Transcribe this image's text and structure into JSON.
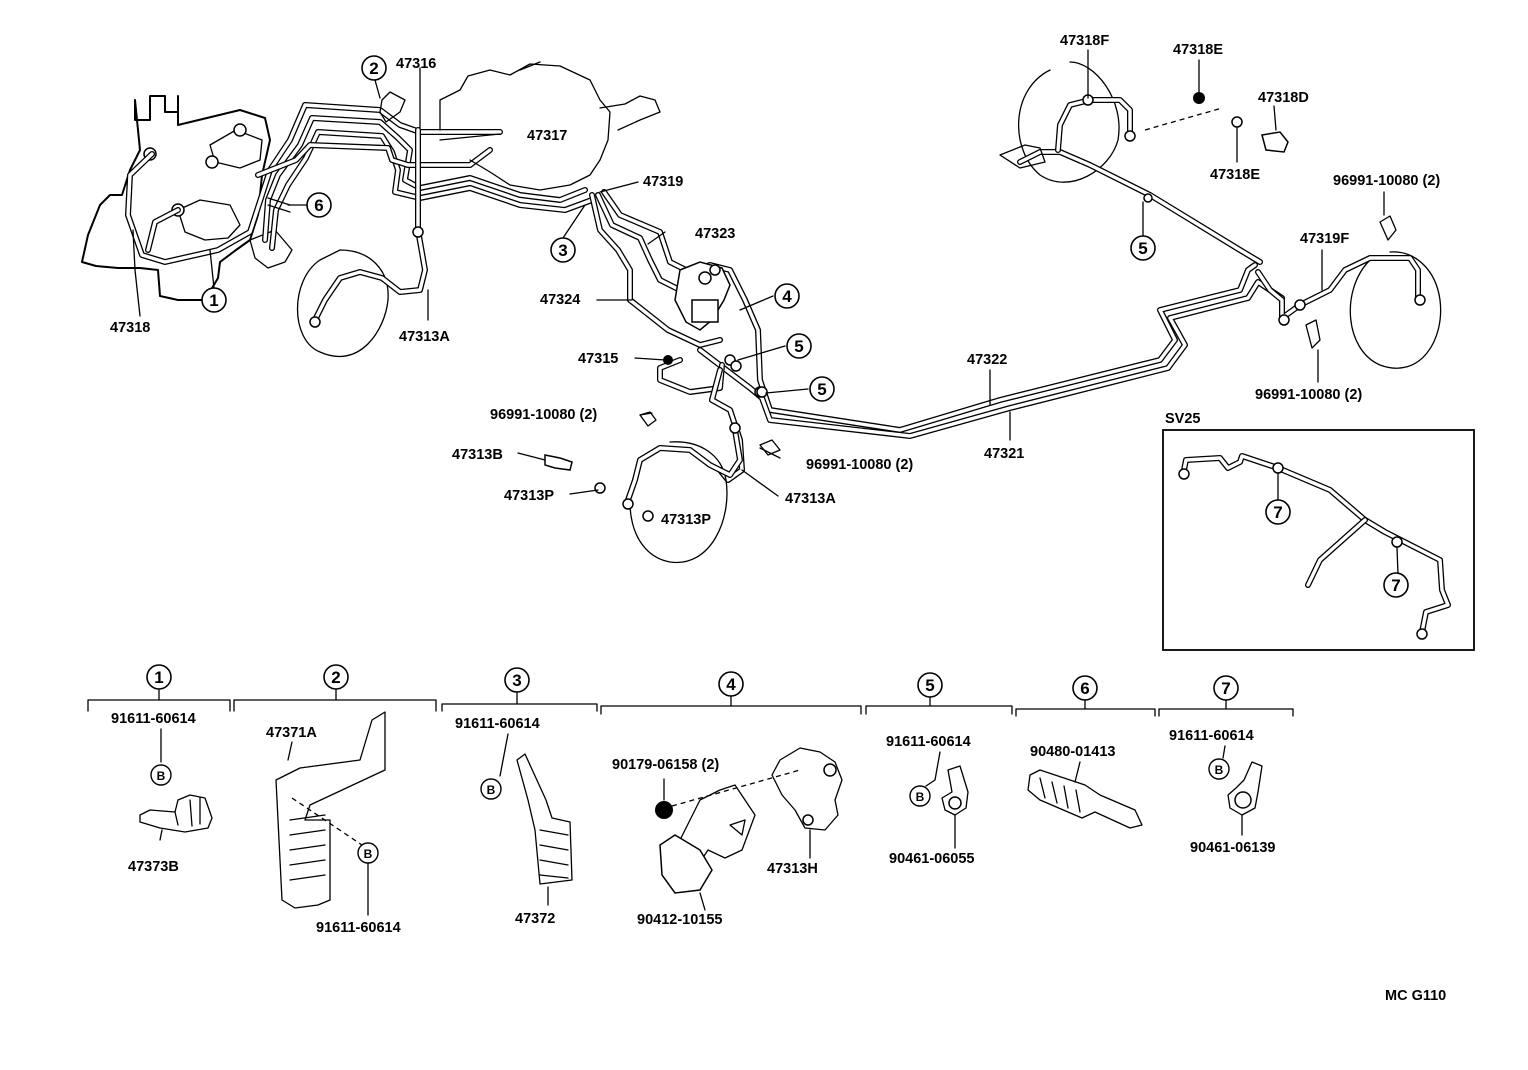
{
  "labels": {
    "p47316": "47316",
    "p47317": "47317",
    "p47318": "47318",
    "p47313A_left": "47313A",
    "p47319": "47319",
    "p47323": "47323",
    "p47324": "47324",
    "p47315": "47315",
    "p96991_a": "96991-10080 (2)",
    "p47313B": "47313B",
    "p47313P_a": "47313P",
    "p47313P_b": "47313P",
    "p96991_b": "96991-10080 (2)",
    "p47313A_right": "47313A",
    "p47322": "47322",
    "p47321": "47321",
    "p47318F": "47318F",
    "p47318E_a": "47318E",
    "p47318D": "47318D",
    "p47318E_b": "47318E",
    "p96991_c": "96991-10080 (2)",
    "p47319F": "47319F",
    "p96991_d": "96991-10080 (2)",
    "sv25": "SV25"
  },
  "callouts": {
    "c1": "1",
    "c2": "2",
    "c3": "3",
    "c4": "4",
    "c5": "5",
    "c6": "6",
    "c7": "7"
  },
  "details": {
    "d1": {
      "num": "1",
      "top": "91611-60614",
      "b": "B",
      "bottom": "47373B"
    },
    "d2": {
      "num": "2",
      "top": "47371A",
      "b": "B",
      "bottom": "91611-60614"
    },
    "d3": {
      "num": "3",
      "top": "91611-60614",
      "b": "B",
      "bottom": "47372"
    },
    "d4": {
      "num": "4",
      "a": "90179-06158 (2)",
      "b": "47313H",
      "c": "90412-10155"
    },
    "d5": {
      "num": "5",
      "top": "91611-60614",
      "b": "B",
      "bottom": "90461-06055"
    },
    "d6": {
      "num": "6",
      "top": "90480-01413"
    },
    "d7": {
      "num": "7",
      "top": "91611-60614",
      "b": "B",
      "bottom": "90461-06139"
    }
  },
  "footer": {
    "code": "MC G110"
  }
}
